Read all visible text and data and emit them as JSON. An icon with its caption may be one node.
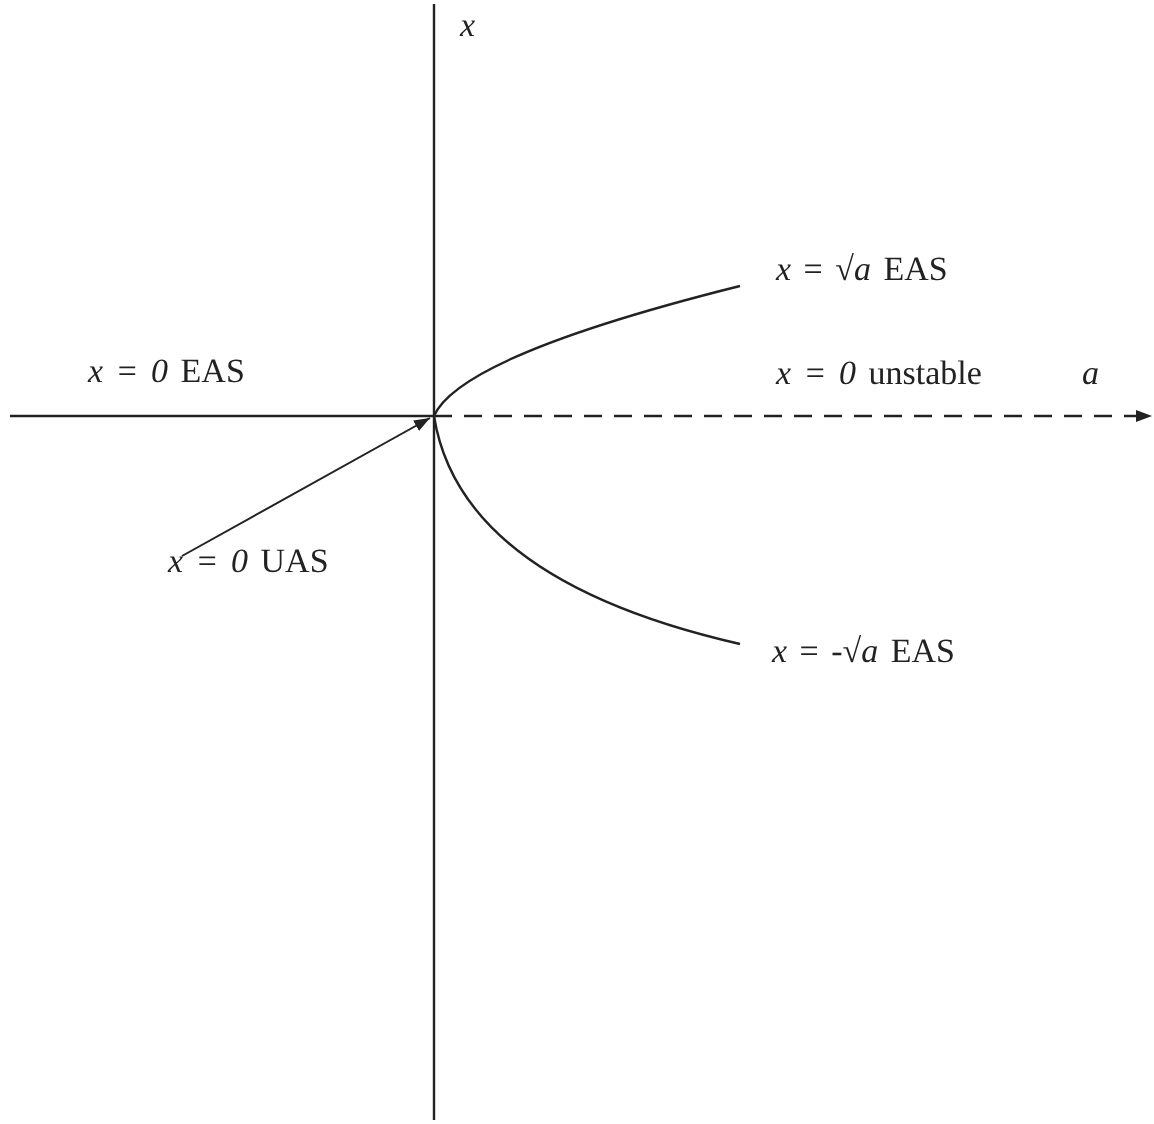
{
  "diagram": {
    "nodes": [
      {
        "text": [
          "*x = 0* UAS"
        ]
      },
      {
        "text": [],
        "shape": "curve"
      }
    ],
    "edges": [
      {
        "from": 0,
        "to": 1,
        "arrow": "to"
      }
    ],
    "labels": [
      "*x*",
      "*x* = √*a* EAS",
      "*x = 0* EAS",
      "*x = 0* unstable",
      "*a*",
      "*x* = -√*a* EAS"
    ]
  }
}
